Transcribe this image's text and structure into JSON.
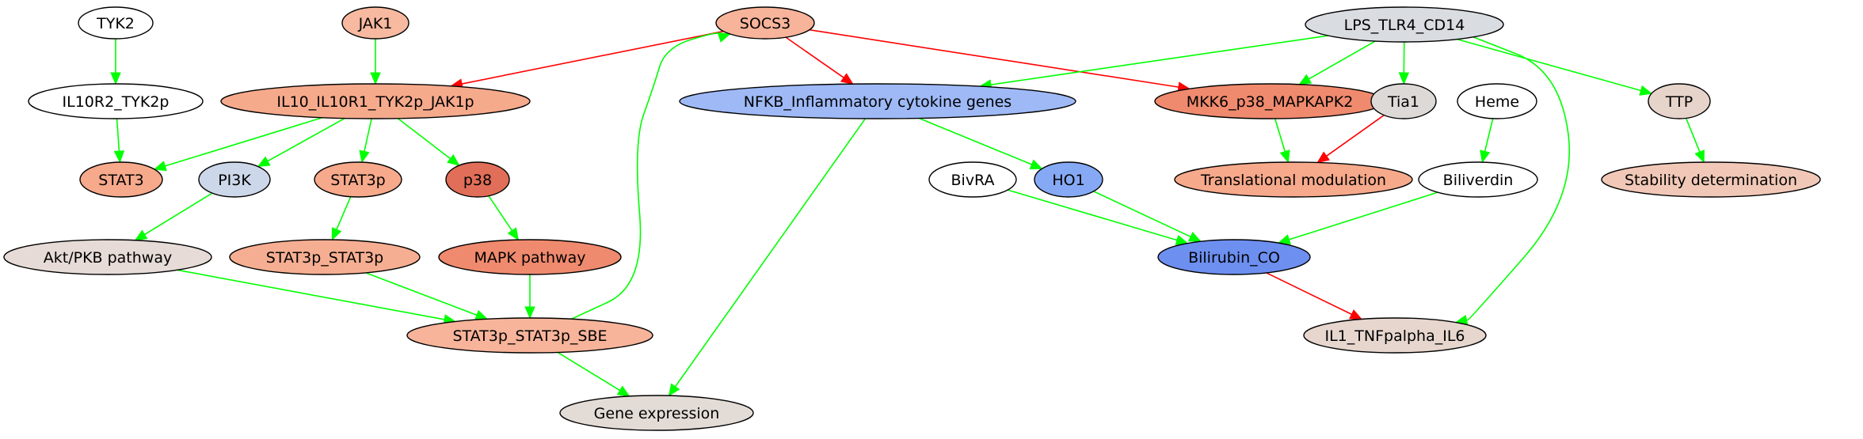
{
  "diagram": {
    "nodes": [
      {
        "id": "TYK2",
        "label": "TYK2",
        "color": "#ffffff"
      },
      {
        "id": "JAK1",
        "label": "JAK1",
        "color": "#f7b9a0"
      },
      {
        "id": "SOCS3",
        "label": "SOCS3",
        "color": "#f7b49a"
      },
      {
        "id": "LPS",
        "label": "LPS_TLR4_CD14",
        "color": "#d9dce1"
      },
      {
        "id": "IL10R2",
        "label": "IL10R2_TYK2p",
        "color": "#ffffff"
      },
      {
        "id": "IL10",
        "label": "IL10_IL10R1_TYK2p_JAK1p",
        "color": "#f6aa8c"
      },
      {
        "id": "NFKB",
        "label": "NFKB_Inflammatory cytokine genes",
        "color": "#9eb9f6"
      },
      {
        "id": "MKK6",
        "label": "MKK6_p38_MAPKAPK2",
        "color": "#f08a6e"
      },
      {
        "id": "Tia1",
        "label": "Tia1",
        "color": "#ddd9d6"
      },
      {
        "id": "Heme",
        "label": "Heme",
        "color": "#ffffff"
      },
      {
        "id": "TTP",
        "label": "TTP",
        "color": "#e6d4ca"
      },
      {
        "id": "STAT3",
        "label": "STAT3",
        "color": "#f6a98b"
      },
      {
        "id": "PI3K",
        "label": "PI3K",
        "color": "#cdd7ea"
      },
      {
        "id": "STAT3p",
        "label": "STAT3p",
        "color": "#f6a98b"
      },
      {
        "id": "p38",
        "label": "p38",
        "color": "#e16e58"
      },
      {
        "id": "BivRA",
        "label": "BivRA",
        "color": "#ffffff"
      },
      {
        "id": "HO1",
        "label": "HO1",
        "color": "#86a9f6"
      },
      {
        "id": "Translational",
        "label": "Translational modulation",
        "color": "#f6a98b"
      },
      {
        "id": "Biliverdin",
        "label": "Biliverdin",
        "color": "#ffffff"
      },
      {
        "id": "Stability",
        "label": "Stability determination",
        "color": "#f1c8b7"
      },
      {
        "id": "Akt",
        "label": "Akt/PKB pathway",
        "color": "#e6dbd6"
      },
      {
        "id": "STAT3pSTAT3p",
        "label": "STAT3p_STAT3p",
        "color": "#f6ae92"
      },
      {
        "id": "MAPK",
        "label": "MAPK pathway",
        "color": "#f08a6e"
      },
      {
        "id": "Bilirubin",
        "label": "Bilirubin_CO",
        "color": "#6d8ff0"
      },
      {
        "id": "SBE",
        "label": "STAT3p_STAT3p_SBE",
        "color": "#f7b49a"
      },
      {
        "id": "IL1",
        "label": "IL1_TNFpalpha_IL6",
        "color": "#e6d6ce"
      },
      {
        "id": "Gene",
        "label": "Gene expression",
        "color": "#e3dbd6"
      }
    ],
    "edges": [
      {
        "id": "e1",
        "from": "TYK2",
        "to": "IL10R2",
        "type": "activation"
      },
      {
        "id": "e2",
        "from": "JAK1",
        "to": "IL10",
        "type": "activation"
      },
      {
        "id": "e3",
        "from": "IL10R2",
        "to": "STAT3",
        "type": "activation"
      },
      {
        "id": "e4",
        "from": "SOCS3",
        "to": "IL10",
        "type": "inhibition"
      },
      {
        "id": "e5",
        "from": "SOCS3",
        "to": "NFKB",
        "type": "inhibition"
      },
      {
        "id": "e6",
        "from": "SOCS3",
        "to": "MKK6",
        "type": "inhibition"
      },
      {
        "id": "e7",
        "from": "LPS",
        "to": "NFKB",
        "type": "activation"
      },
      {
        "id": "e8",
        "from": "LPS",
        "to": "MKK6",
        "type": "activation"
      },
      {
        "id": "e9",
        "from": "LPS",
        "to": "Tia1",
        "type": "activation"
      },
      {
        "id": "e10",
        "from": "LPS",
        "to": "TTP",
        "type": "activation"
      },
      {
        "id": "e11",
        "from": "LPS",
        "to": "IL1",
        "type": "activation"
      },
      {
        "id": "e12",
        "from": "IL10",
        "to": "STAT3",
        "type": "activation"
      },
      {
        "id": "e13",
        "from": "IL10",
        "to": "PI3K",
        "type": "activation"
      },
      {
        "id": "e14",
        "from": "IL10",
        "to": "STAT3p",
        "type": "activation"
      },
      {
        "id": "e15",
        "from": "IL10",
        "to": "p38",
        "type": "activation"
      },
      {
        "id": "e16",
        "from": "NFKB",
        "to": "HO1",
        "type": "activation"
      },
      {
        "id": "e17",
        "from": "NFKB",
        "to": "Gene",
        "type": "activation"
      },
      {
        "id": "e18",
        "from": "MKK6",
        "to": "Translational",
        "type": "activation"
      },
      {
        "id": "e19",
        "from": "Tia1",
        "to": "Translational",
        "type": "inhibition"
      },
      {
        "id": "e20",
        "from": "Heme",
        "to": "Biliverdin",
        "type": "activation"
      },
      {
        "id": "e21",
        "from": "TTP",
        "to": "Stability",
        "type": "activation"
      },
      {
        "id": "e22",
        "from": "PI3K",
        "to": "Akt",
        "type": "activation"
      },
      {
        "id": "e23",
        "from": "STAT3p",
        "to": "STAT3pSTAT3p",
        "type": "activation"
      },
      {
        "id": "e24",
        "from": "p38",
        "to": "MAPK",
        "type": "activation"
      },
      {
        "id": "e25",
        "from": "BivRA",
        "to": "Bilirubin",
        "type": "activation"
      },
      {
        "id": "e26",
        "from": "HO1",
        "to": "Bilirubin",
        "type": "activation"
      },
      {
        "id": "e27",
        "from": "Biliverdin",
        "to": "Bilirubin",
        "type": "activation"
      },
      {
        "id": "e28",
        "from": "Akt",
        "to": "SBE",
        "type": "activation"
      },
      {
        "id": "e29",
        "from": "STAT3pSTAT3p",
        "to": "SBE",
        "type": "activation"
      },
      {
        "id": "e30",
        "from": "MAPK",
        "to": "SBE",
        "type": "activation"
      },
      {
        "id": "e31",
        "from": "Bilirubin",
        "to": "IL1",
        "type": "inhibition"
      },
      {
        "id": "e32",
        "from": "SBE",
        "to": "SOCS3",
        "type": "activation"
      },
      {
        "id": "e33",
        "from": "SBE",
        "to": "Gene",
        "type": "activation"
      }
    ],
    "edge_colors": {
      "activation": "#00ff00",
      "inhibition": "#ff0000"
    }
  }
}
